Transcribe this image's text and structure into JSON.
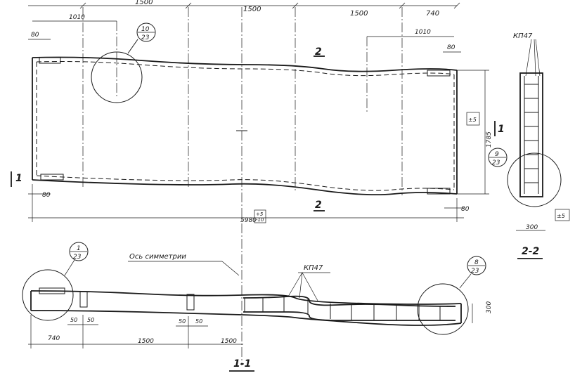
{
  "plan": {
    "dims_top": [
      "1500",
      "1500",
      "1500",
      "740"
    ],
    "dim_1010_left": "1010",
    "dim_1010_right": "1010",
    "dim_80_tl": "80",
    "dim_80_tr": "80",
    "dim_80_bl": "80",
    "dim_80_br": "80",
    "dim_total": "5980",
    "tol_total": "+5\n-10",
    "tol_total_top": "+5",
    "tol_total_bottom": "-10",
    "dim_height": "1785",
    "tol_height": "±5",
    "callout_top": {
      "num": "10",
      "sheet": "23"
    },
    "section_2_top": "2",
    "section_2_bottom": "2",
    "section_1_left": "1",
    "section_1_right": "1"
  },
  "section22": {
    "label": "КП47",
    "callout": {
      "num": "9",
      "sheet": "23"
    },
    "width": "300",
    "tol": "±5",
    "title": "2-2"
  },
  "section11": {
    "axis_label": "Ось симметрии",
    "rebar_label": "КП47",
    "callout_left": {
      "num": "1",
      "sheet": "23"
    },
    "callout_right": {
      "num": "8",
      "sheet": "23"
    },
    "dims_bottom": [
      "740",
      "1500",
      "1500"
    ],
    "gap_labels": [
      "50",
      "50",
      "50",
      "50"
    ],
    "height": "300",
    "title": "1-1"
  }
}
